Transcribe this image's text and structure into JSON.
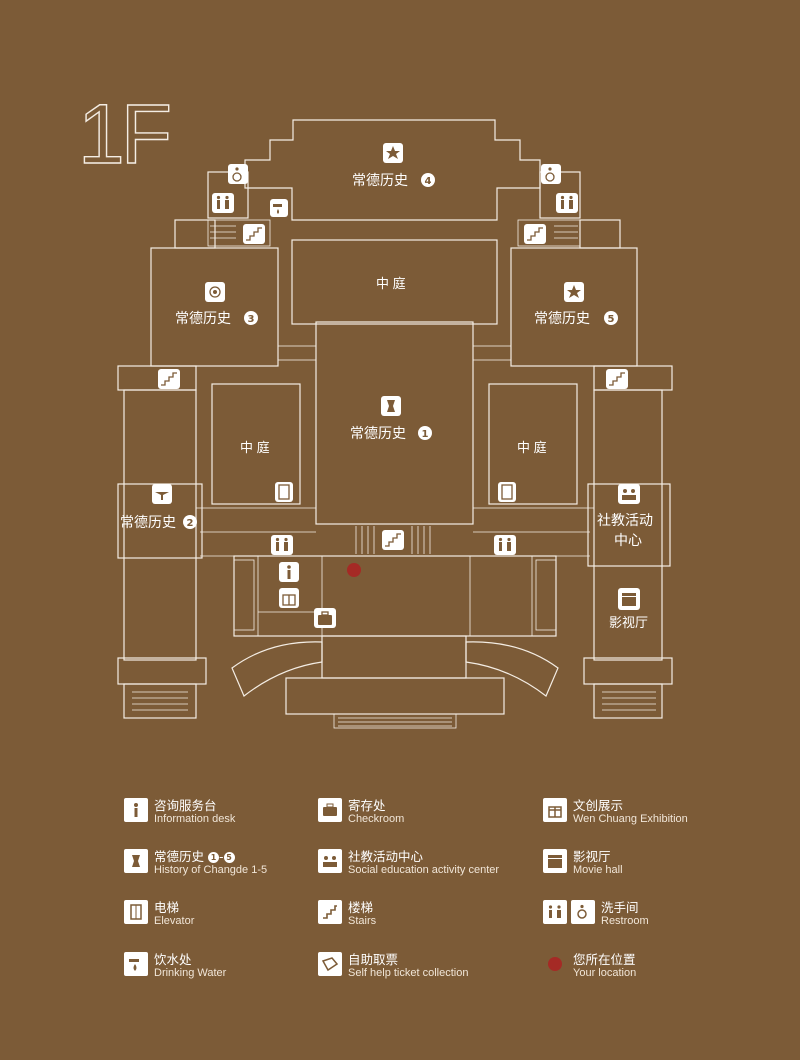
{
  "floor": "1F",
  "rooms": {
    "history_4": "常德历史",
    "history_3": "常德历史",
    "history_5": "常德历史",
    "history_1": "常德历史",
    "history_2": "常德历史",
    "courtyard_top": "中 庭",
    "courtyard_left": "中 庭",
    "courtyard_right": "中 庭",
    "social_center_line1": "社教活动",
    "social_center_line2": "中心",
    "cinema": "影视厅"
  },
  "badges": {
    "b1": "1",
    "b2": "2",
    "b3": "3",
    "b4": "4",
    "b5": "5"
  },
  "legend": {
    "info": {
      "zh": "咨询服务台",
      "en": "Information desk",
      "icon": "info-icon"
    },
    "checkroom": {
      "zh": "寄存处",
      "en": "Checkroom",
      "icon": "luggage-icon"
    },
    "wenchuang": {
      "zh": "文创展示",
      "en": "Wen Chuang Exhibition",
      "icon": "gift-icon"
    },
    "history": {
      "zh": "常德历史",
      "badge_start": "1",
      "dash": "-",
      "badge_end": "5",
      "en": "History of Changde 1-5",
      "icon": "artifact-icon"
    },
    "social": {
      "zh": "社教活动中心",
      "en": "Social education activity center",
      "icon": "classroom-icon"
    },
    "movie": {
      "zh": "影视厅",
      "en": "Movie hall",
      "icon": "clapperboard-icon"
    },
    "elevator": {
      "zh": "电梯",
      "en": "Elevator",
      "icon": "elevator-icon"
    },
    "stairs": {
      "zh": "楼梯",
      "en": "Stairs",
      "icon": "stairs-icon"
    },
    "restroom": {
      "zh": "洗手间",
      "en": "Restroom",
      "icon": "restroom-icon"
    },
    "water": {
      "zh": "饮水处",
      "en": "Drinking Water",
      "icon": "water-tap-icon"
    },
    "ticket": {
      "zh": "自助取票",
      "en": "Self help ticket collection",
      "icon": "ticket-icon"
    },
    "location": {
      "zh": "您所在位置",
      "en": "Your location",
      "color": "#a52a25"
    }
  },
  "colors": {
    "background": "#7c5b37",
    "line": "#f4ede4",
    "location_dot": "#a52a25"
  }
}
